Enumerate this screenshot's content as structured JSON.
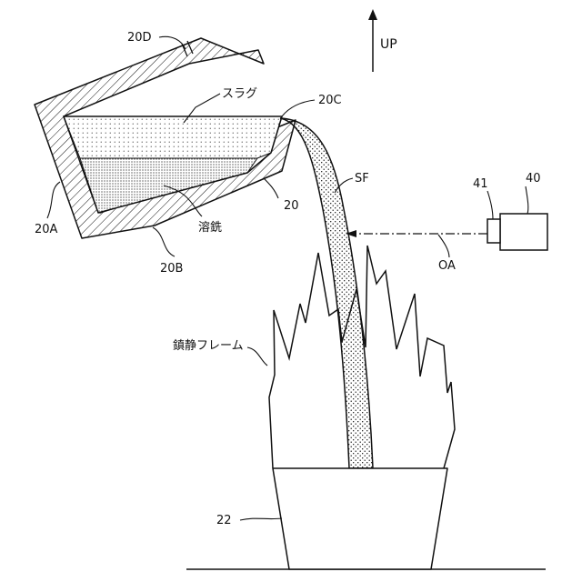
{
  "labels": {
    "up": "UP",
    "ladle_lip": "20D",
    "slag": "スラグ",
    "pour_lip": "20C",
    "ladle_wall": "20A",
    "hot_metal": "溶銑",
    "ladle_bottom": "20B",
    "ladle": "20",
    "stream": "SF",
    "camera_lens": "41",
    "camera": "40",
    "optical_axis": "OA",
    "flame": "鎮静フレーム",
    "vessel": "22"
  },
  "colors": {
    "line": "#111111",
    "background": "#ffffff"
  }
}
